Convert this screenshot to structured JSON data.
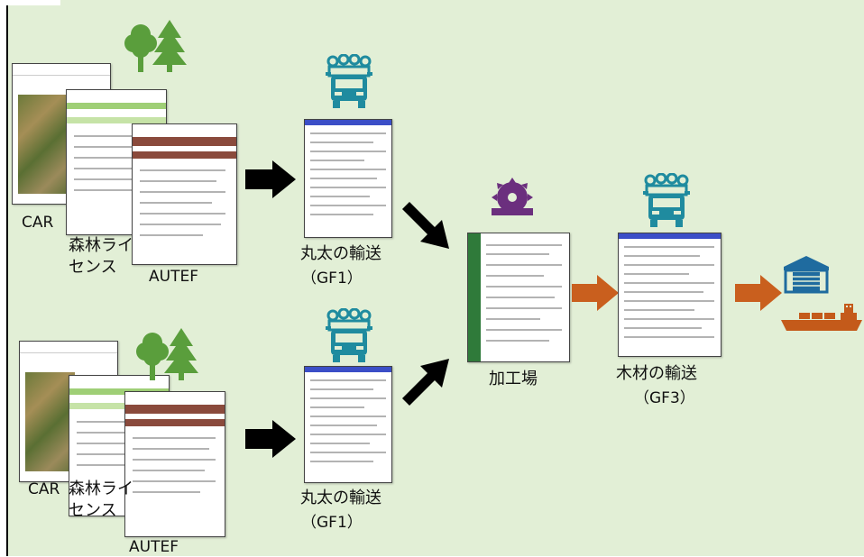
{
  "colors": {
    "background": "#e2efd6",
    "tree": "#5a9e3c",
    "truck": "#1f8b9f",
    "saw": "#6b2f7e",
    "warehouse": "#1f6b9f",
    "ship": "#c45a1a",
    "black_arrow": "#000000",
    "orange_arrow": "#c95f1e"
  },
  "icons": [
    "tree-icon",
    "truck-icon",
    "saw-blade-icon",
    "warehouse-icon",
    "ship-icon",
    "arrow-icon"
  ],
  "top_row": {
    "labels": {
      "car": "CAR",
      "forest_license": [
        "森林ライ",
        "センス"
      ],
      "autef": "AUTEF",
      "log_transport": "丸太の輸送",
      "log_transport_code": "（GF1）"
    }
  },
  "bottom_row": {
    "labels": {
      "car": "CAR",
      "forest_license": [
        "森林ライ",
        "センス"
      ],
      "autef": "AUTEF",
      "log_transport": "丸太の輸送",
      "log_transport_code": "（GF1）"
    }
  },
  "processing": {
    "label": "加工場"
  },
  "timber": {
    "label": "木材の輸送",
    "code": "（GF3）"
  }
}
